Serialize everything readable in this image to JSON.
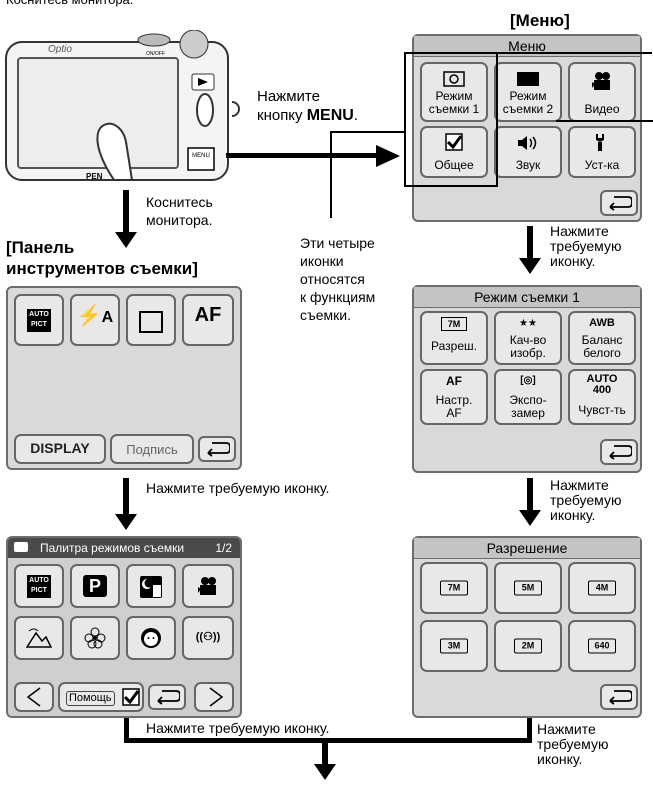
{
  "page": {
    "top_text": "Коснитесь монитора.",
    "menu_header": "[Меню]",
    "press_menu_line1": "Нажмите",
    "press_menu_line2": "кнопку",
    "press_menu_key": "MENU",
    "press_menu_end": ".",
    "touch_line1": "Коснитесь",
    "touch_line2": "монитора.",
    "toolbar_header_line1": "[Панель",
    "toolbar_header_line2": "инструментов съемки]",
    "four_icons_note": [
      "Эти четыре",
      "иконки",
      "относятся",
      "к функциям",
      "съемки."
    ],
    "press_icon_lines": [
      "Нажмите",
      "требуемую",
      "иконку."
    ],
    "press_icon_long": "Нажмите требуемую иконку."
  },
  "camera": {
    "brand": "Optio",
    "power": "ON/OFF",
    "menu_key": "MENU",
    "maker": "PEN"
  },
  "menu_panel": {
    "title": "Меню",
    "items": [
      {
        "label_1": "Режим",
        "label_2": "съемки 1",
        "icon": "camera-mode1-icon"
      },
      {
        "label_1": "Режим",
        "label_2": "съемки 2",
        "icon": "camera-mode2-icon"
      },
      {
        "label_1": "",
        "label_2": "Видео",
        "icon": "video-camera-icon"
      },
      {
        "label_1": "",
        "label_2": "Общее",
        "icon": "checkmark-icon"
      },
      {
        "label_1": "",
        "label_2": "Звук",
        "icon": "speaker-icon"
      },
      {
        "label_1": "",
        "label_2": "Уст-ка",
        "icon": "wrench-icon"
      }
    ]
  },
  "toolbar_panel": {
    "icons": [
      {
        "text": "AUTO PICT",
        "name": "auto-picture-icon"
      },
      {
        "text": "⚡A",
        "name": "flash-auto-icon"
      },
      {
        "text": "",
        "name": "drive-single-icon"
      },
      {
        "text": "AF",
        "name": "autofocus-icon"
      }
    ],
    "display_label": "DISPLAY",
    "caption_label": "Подпись"
  },
  "mode1_panel": {
    "title": "Режим съемки 1",
    "items": [
      {
        "glyph": "7M",
        "label": "Разреш."
      },
      {
        "glyph": "★★",
        "label": "Кач-во изобр."
      },
      {
        "glyph": "AWB",
        "label": "Баланс белого"
      },
      {
        "glyph": "AF",
        "label": "Настр. AF"
      },
      {
        "glyph": "[◎]",
        "label": "Экспо-замер"
      },
      {
        "glyph": "AUTO 400",
        "label": "Чувст-ть"
      }
    ]
  },
  "palette_panel": {
    "title": "Палитра режимов съемки",
    "page": "1/2",
    "help_label": "Помощь"
  },
  "resolution_panel": {
    "title": "Разрешение",
    "items": [
      "7M",
      "5M",
      "4M",
      "3M",
      "2M",
      "640"
    ]
  }
}
